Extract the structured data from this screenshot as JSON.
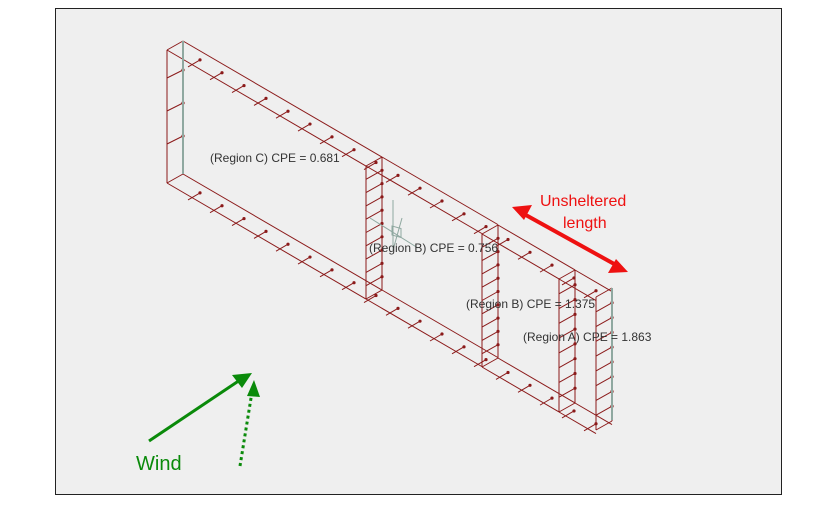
{
  "diagram": {
    "title": "",
    "regions": [
      {
        "id": "region-c",
        "label": "(Region C) CPE = 0.681",
        "region": "C",
        "cpe": 0.681
      },
      {
        "id": "region-b-1",
        "label": "(Region B) CPE = 0.756",
        "region": "B",
        "cpe": 0.756
      },
      {
        "id": "region-b-2",
        "label": "(Region B) CPE = 1.375",
        "region": "B",
        "cpe": 1.375
      },
      {
        "id": "region-a",
        "label": "(Region A) CPE = 1.863",
        "region": "A",
        "cpe": 1.863
      }
    ],
    "annotation": {
      "line1": "Unsheltered",
      "line2": "length",
      "color": "#ee1111"
    },
    "wind": {
      "label": "Wind",
      "color": "#0a8a0a"
    },
    "colors": {
      "frame_bg": "#efefef",
      "wireframe": "#8b1a1a",
      "edge_highlight": "#8fa8a0",
      "text": "#333333"
    }
  }
}
